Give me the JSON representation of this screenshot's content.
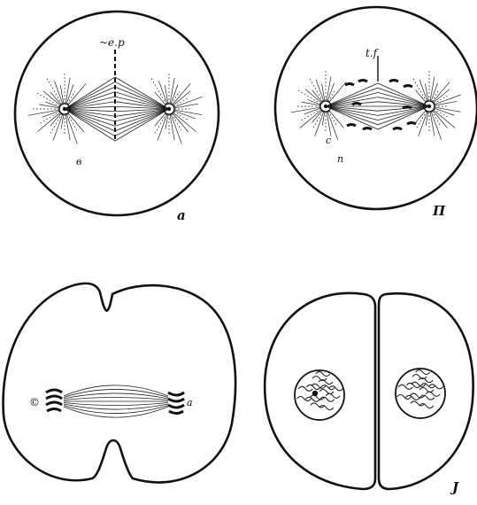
{
  "panels": [
    {
      "id": "a",
      "label": "а",
      "annotations": [
        {
          "text": "~e.p"
        },
        {
          "text": "в"
        }
      ]
    },
    {
      "id": "b",
      "label": "П",
      "annotations": [
        {
          "text": "t.f"
        },
        {
          "text": "c"
        },
        {
          "text": "n"
        }
      ]
    },
    {
      "id": "c",
      "label": "",
      "annotations": [
        {
          "text": "©"
        },
        {
          "text": "a"
        }
      ]
    },
    {
      "id": "d",
      "label": "J",
      "annotations": []
    }
  ]
}
